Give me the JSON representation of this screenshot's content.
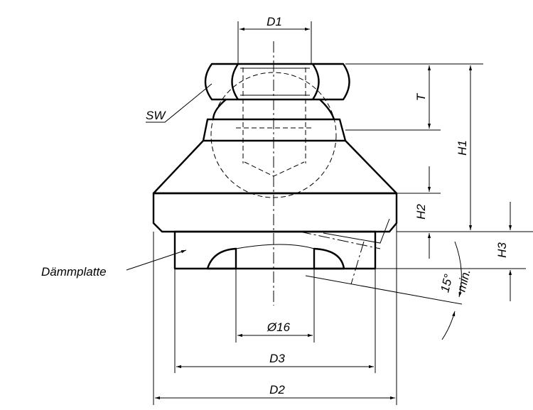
{
  "labels": {
    "d1": "D1",
    "sw": "SW",
    "t": "T",
    "h1": "H1",
    "h2": "H2",
    "h3": "H3",
    "angle_value": "15°",
    "angle_note": "min.",
    "damping_plate": "Dämmplatte",
    "dia16": "Ø16",
    "d3": "D3",
    "d2": "D2"
  },
  "colors": {
    "line": "#000000",
    "background": "#ffffff"
  }
}
